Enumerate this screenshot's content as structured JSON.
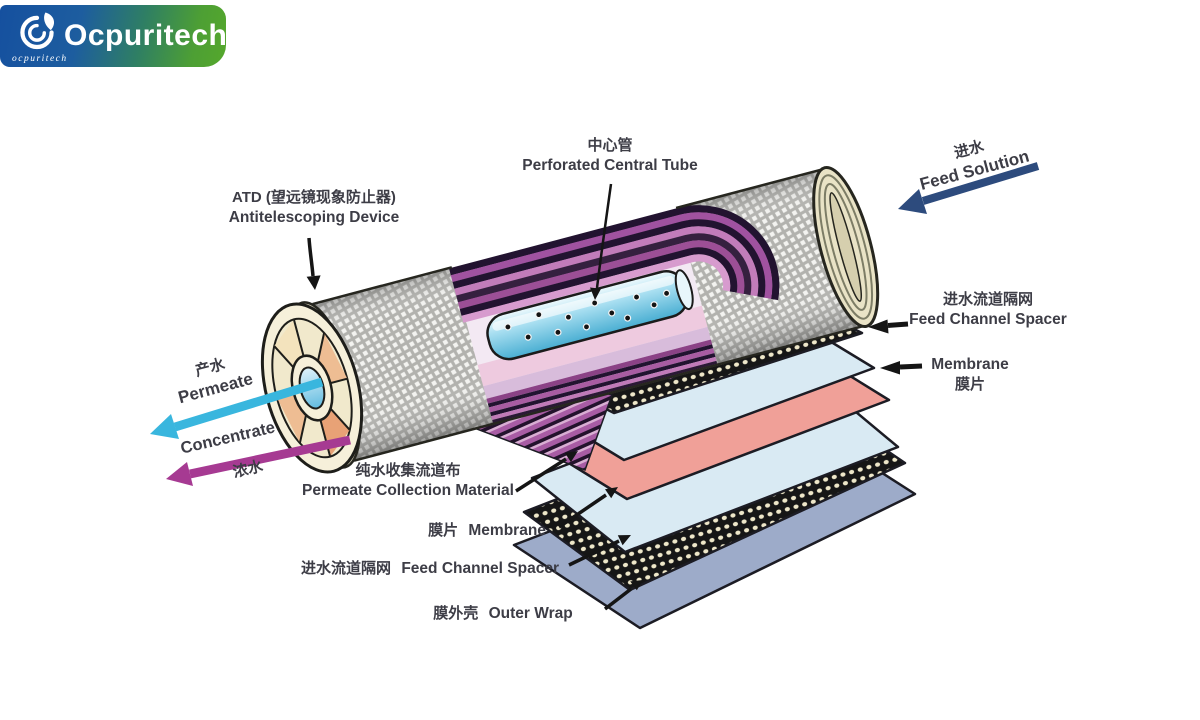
{
  "brand": {
    "name": "Ocpuritech",
    "tagline": "ocpuritech"
  },
  "diagram": {
    "labels": {
      "central_tube": {
        "zh": "中心管",
        "en": "Perforated Central Tube"
      },
      "feed_solution": {
        "zh": "进水",
        "en": "Feed Solution"
      },
      "atd": {
        "zh": "ATD (望远镜现象防止器)",
        "en": "Antitelescoping Device"
      },
      "permeate": {
        "zh": "产水",
        "en": "Permeate"
      },
      "concentrate": {
        "en": "Concentrate",
        "zh": "浓水"
      },
      "feed_channel_spacer_right": {
        "zh": "进水流道隔网",
        "en": "Feed Channel Spacer"
      },
      "membrane_right": {
        "en": "Membrane",
        "zh": "膜片"
      },
      "permeate_collection_material": {
        "zh": "纯水收集流道布",
        "en": "Permeate Collection Material"
      },
      "membrane_bottom": {
        "zh": "膜片",
        "en": "Membrane"
      },
      "feed_channel_spacer_bottom": {
        "zh": "进水流道隔网",
        "en": "Feed Channel Spacer"
      },
      "outer_wrap": {
        "zh": "膜外壳",
        "en": "Outer Wrap"
      }
    },
    "colors": {
      "feed_arrow": "#2d4b7d",
      "permeate_arrow": "#39b6de",
      "concentrate_arrow": "#a63a92",
      "membrane_sheet": "#d9eaf3",
      "permeate_collection_sheet": "#f0a098",
      "outer_wrap_sheet": "#9dabc9",
      "spacer_sheet": "#161616",
      "wound_layer": "#a052a0",
      "label_text": "#3d3d46",
      "logo_gradient_left": "#15509f",
      "logo_gradient_right": "#55a82c"
    }
  }
}
